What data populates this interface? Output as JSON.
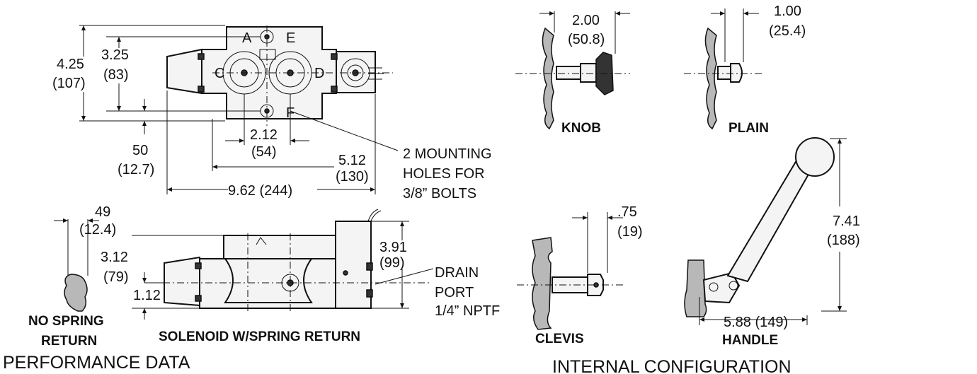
{
  "top_view": {
    "ports": {
      "a": "A",
      "e": "E",
      "c": "C",
      "d": "D",
      "f": "F"
    },
    "dim_height_total": "4.25",
    "dim_height_total_mm": "(107)",
    "dim_height_inner": "3.25",
    "dim_height_inner_mm": "(83)",
    "dim_offset": "50",
    "dim_offset_mm": "(12.7)",
    "dim_port_spacing": "2.12",
    "dim_port_spacing_mm": "(54)",
    "dim_mount_spacing": "5.12",
    "dim_mount_spacing_mm": "(130)",
    "dim_length": "9.62  (244)",
    "mounting_note": [
      "2 MOUNTING",
      "HOLES FOR",
      "3/8” BOLTS"
    ]
  },
  "side_view": {
    "dim_knob_len": "49",
    "dim_knob_len_mm": "(12.4)",
    "dim_height": "3.12",
    "dim_height_mm": "(79)",
    "dim_base": "1.12",
    "dim_solenoid_h": "3.91",
    "dim_solenoid_h_mm": "(99)",
    "drain_note": [
      "DRAIN",
      "PORT",
      "1/4” NPTF"
    ],
    "caption_no_spring": [
      "NO SPRING",
      "RETURN"
    ],
    "caption_solenoid": "SOLENOID W/SPRING RETURN"
  },
  "handles": {
    "knob": {
      "label": "KNOB",
      "dim": "2.00",
      "dim_mm": "(50.8)"
    },
    "plain": {
      "label": "PLAIN",
      "dim": "1.00",
      "dim_mm": "(25.4)"
    },
    "clevis": {
      "label": "CLEVIS",
      "dim": ".75",
      "dim_mm": "(19)"
    },
    "handle": {
      "label": "HANDLE",
      "dim_h": "7.41",
      "dim_h_mm": "(188)",
      "dim_w": "5.88 (149)"
    }
  },
  "sections": {
    "performance": "PERFORMANCE DATA",
    "internal": "INTERNAL CONFIGURATION"
  }
}
